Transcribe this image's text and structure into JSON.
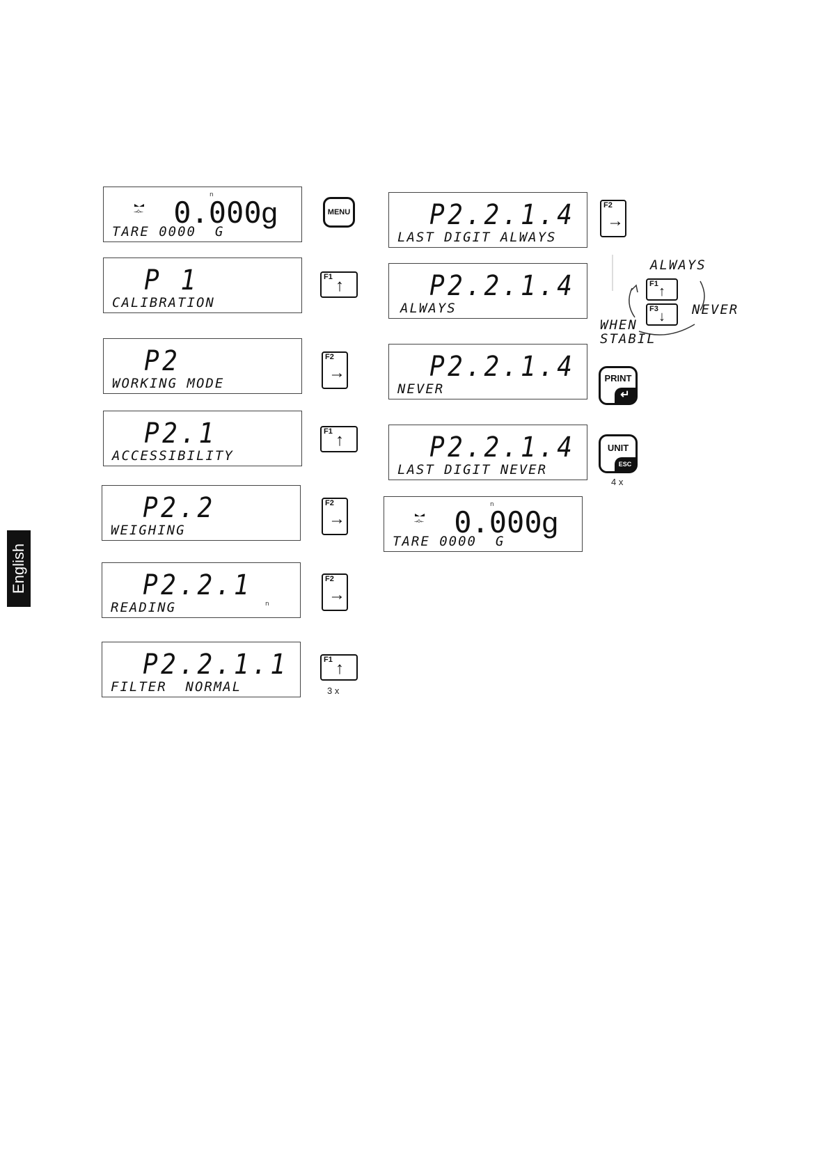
{
  "side_tab": "English",
  "left_column": [
    {
      "type": "weight",
      "value": "0.000",
      "unit": "g",
      "text": "TARE 0000  G",
      "key": "MENU"
    },
    {
      "type": "menu",
      "code": "P 1",
      "text": "CALIBRATION",
      "key": "F1",
      "key_arrow": "↑"
    },
    {
      "type": "menu",
      "code": "P2",
      "text": "WORKING MODE",
      "key": "F2",
      "key_arrow": "→"
    },
    {
      "type": "menu",
      "code": "P2.1",
      "text": "ACCESSIBILITY",
      "key": "F1",
      "key_arrow": "↑"
    },
    {
      "type": "menu",
      "code": "P2.2",
      "text": "WEIGHING",
      "key": "F2",
      "key_arrow": "→"
    },
    {
      "type": "menu",
      "code": "P2.2.1",
      "text": "READING",
      "key": "F2",
      "key_arrow": "→"
    },
    {
      "type": "menu",
      "code": "P2.2.1.1",
      "text": "FILTER  NORMAL",
      "key": "F1",
      "key_arrow": "↑",
      "multiplier": "3 x"
    }
  ],
  "right_column": [
    {
      "type": "menu",
      "code": "P2.2.1.4",
      "text": "LAST DIGIT ALWAYS",
      "key": "F2",
      "key_arrow": "→"
    },
    {
      "type": "menu",
      "code": "P2.2.1.4",
      "text": "ALWAYS"
    },
    {
      "type": "menu",
      "code": "P2.2.1.4",
      "text": "NEVER",
      "key": "PRINT",
      "key_sub": "↵"
    },
    {
      "type": "menu",
      "code": "P2.2.1.4",
      "text": "LAST DIGIT NEVER",
      "key": "UNIT",
      "key_sub": "ESC",
      "multiplier": "4 x"
    },
    {
      "type": "weight",
      "value": "0.000",
      "unit": "g",
      "text": "TARE 0000  G"
    }
  ],
  "cycle_diagram": {
    "options": [
      "ALWAYS",
      "NEVER",
      "WHEN",
      "STABIL"
    ],
    "key_up": "F1",
    "key_up_arrow": "↑",
    "key_down": "F3",
    "key_down_arrow": "↓"
  }
}
